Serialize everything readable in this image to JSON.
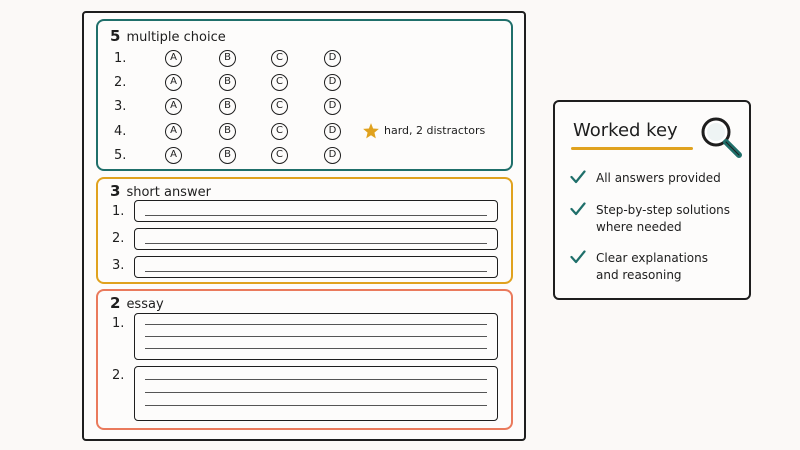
{
  "multiple_choice": {
    "count": "5",
    "title": "multiple choice",
    "questions": [
      "1.",
      "2.",
      "3.",
      "4.",
      "5."
    ],
    "options": [
      "A",
      "B",
      "C",
      "D"
    ],
    "note": "hard, 2 distractors"
  },
  "short_answer": {
    "count": "3",
    "title": "short answer",
    "questions": [
      "1.",
      "2.",
      "3."
    ]
  },
  "essay": {
    "count": "2",
    "title": "essay",
    "questions": [
      "1.",
      "2."
    ]
  },
  "worked_key": {
    "title": "Worked key",
    "items": [
      "All answers provided",
      "Step-by-step solutions\nwhere needed",
      "Clear explanations\nand reasoning"
    ]
  },
  "colors": {
    "multiple_choice": "#1f6f6a",
    "short_answer": "#e0a21e",
    "essay": "#ea7a5c",
    "check": "#1f6f6a",
    "star": "#e0a21e"
  },
  "icons": [
    "star-icon",
    "magnifier-icon",
    "check-icon"
  ]
}
